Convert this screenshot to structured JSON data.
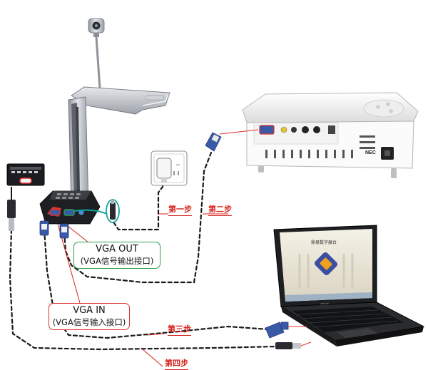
{
  "steps": {
    "step1": "第一步",
    "step2": "第二步",
    "step3": "第三步",
    "step4": "第四步"
  },
  "callouts": {
    "vga_out_title": "VGA OUT",
    "vga_out_desc": "(VGA信号输出接口)",
    "vga_in_title": "VGA IN",
    "vga_in_desc": "(VGA信号输入接口)"
  },
  "labels": {
    "projector_brand": "NEC",
    "laptop_brand": "ASUS",
    "laptop_screen_title": "鼎易数字展台"
  },
  "colors": {
    "cable": "#1a1a1a",
    "step_red": "#d7221c",
    "vga_out_green": "#2aa04a",
    "vga_in_red": "#e03030",
    "vga_blue": "#3a5aa8",
    "camera_silver": "#b9bec6"
  }
}
